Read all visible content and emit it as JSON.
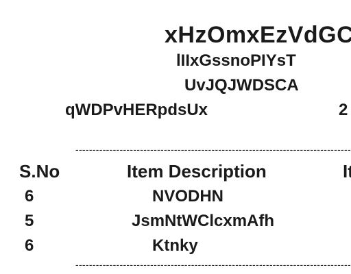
{
  "receipt": {
    "title": "xHzOmxEzVdGC",
    "subtitle1": "lIIxGssnoPIYsT",
    "subtitle2": "UvJQJWDSCA",
    "meta_left": "qWDPvHERpdsUx",
    "meta_right": "2",
    "separator": "----------------------------------------------------------------------------------",
    "headers": {
      "sno": "S.No",
      "description": "Item Description",
      "next": "It"
    },
    "items": [
      {
        "sno": "6",
        "description": "NVODHN"
      },
      {
        "sno": "5",
        "description": "JsmNtWClcxmAfh"
      },
      {
        "sno": "6",
        "description": "Ktnky"
      }
    ]
  }
}
